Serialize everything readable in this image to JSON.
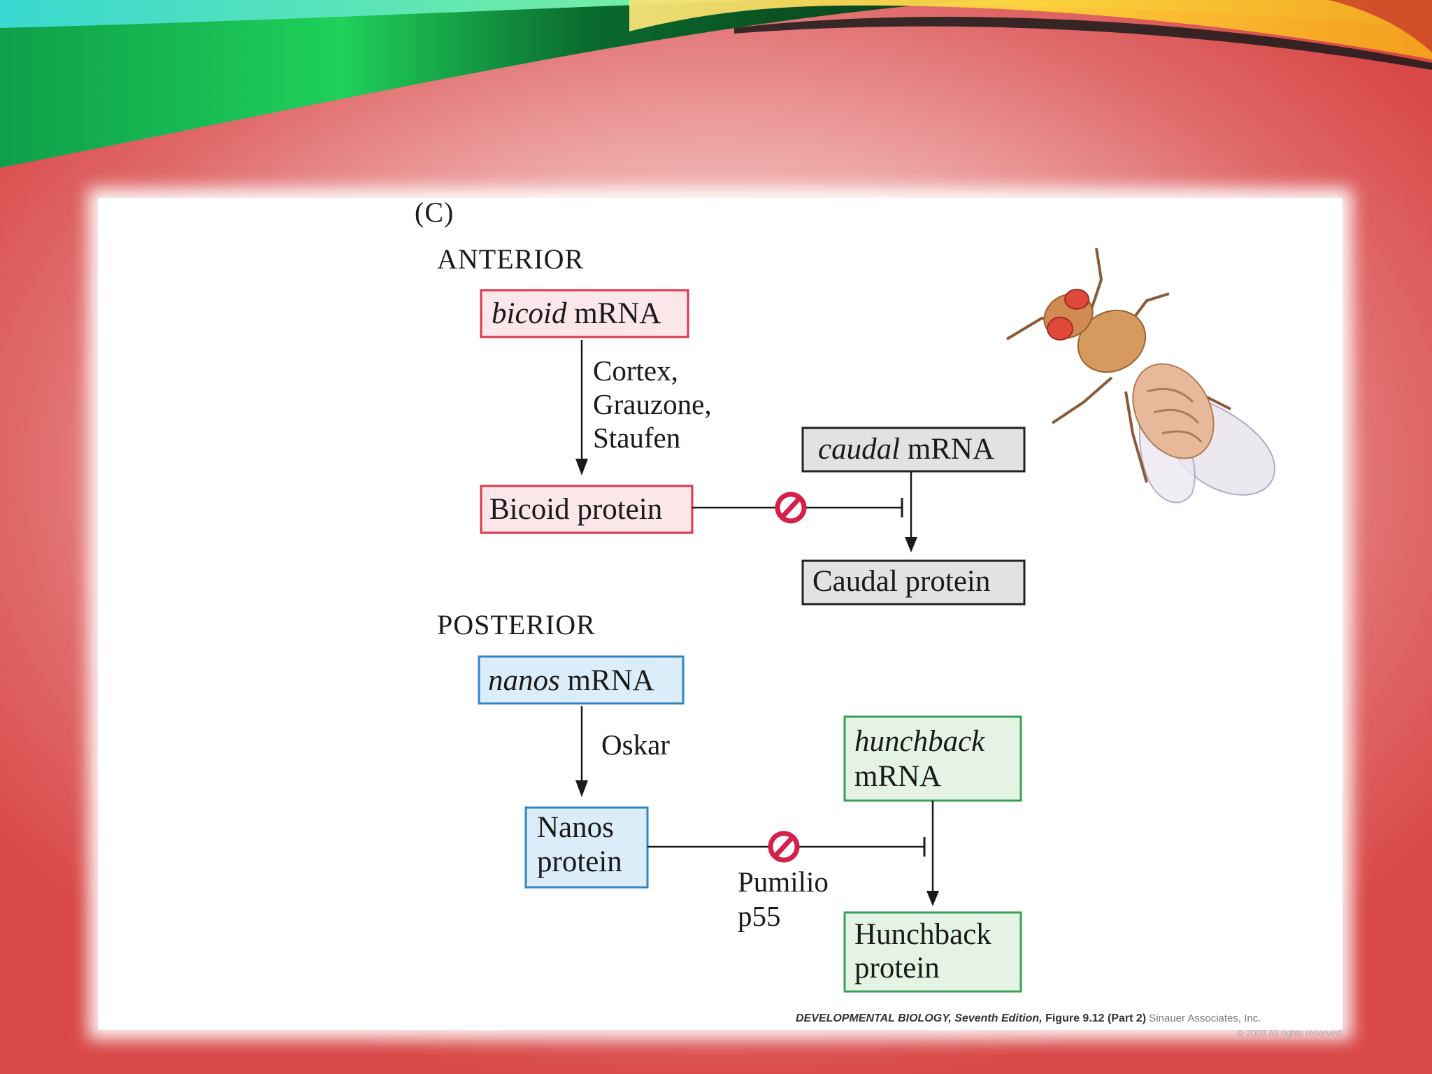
{
  "slide": {
    "panel_label": "(C)",
    "anterior": {
      "heading": "ANTERIOR",
      "bicoid_mrna": {
        "italic": "bicoid",
        "rest": " mRNA"
      },
      "bicoid_factors": [
        "Cortex,",
        "Grauzone,",
        "Staufen"
      ],
      "bicoid_protein": "Bicoid protein",
      "caudal_mrna": {
        "italic": "caudal",
        "rest": " mRNA"
      },
      "caudal_protein": "Caudal protein"
    },
    "posterior": {
      "heading": "POSTERIOR",
      "nanos_mrna": {
        "italic": "nanos",
        "rest": " mRNA"
      },
      "nanos_factor": "Oskar",
      "nanos_protein": [
        "Nanos",
        "protein"
      ],
      "hunchback_mrna": {
        "italic": "hunchback",
        "rest": "mRNA"
      },
      "hunchback_factors": [
        "Pumilio",
        "p55"
      ],
      "hunchback_protein": [
        "Hunchback",
        "protein"
      ]
    },
    "illustration": "fruit-fly",
    "caption": {
      "title": "DEVELOPMENTAL BIOLOGY, Seventh Edition,",
      "figure": " Figure 9.12 (Part 2)",
      "publisher": "  Sinauer Associates, Inc.",
      "copyright": "© 2003 All rights reserved"
    }
  },
  "colors": {
    "anterior_box_border": "#d93a4c",
    "anterior_box_fill": "#fbe6ea",
    "caudal_box_border": "#222222",
    "caudal_box_fill": "#e2e2e2",
    "nanos_box_border": "#2f86c6",
    "nanos_box_fill": "#dbedf9",
    "hunchback_box_border": "#3aa154",
    "hunchback_box_fill": "#e4f3e4",
    "inhibit_symbol": "#d4204a"
  }
}
